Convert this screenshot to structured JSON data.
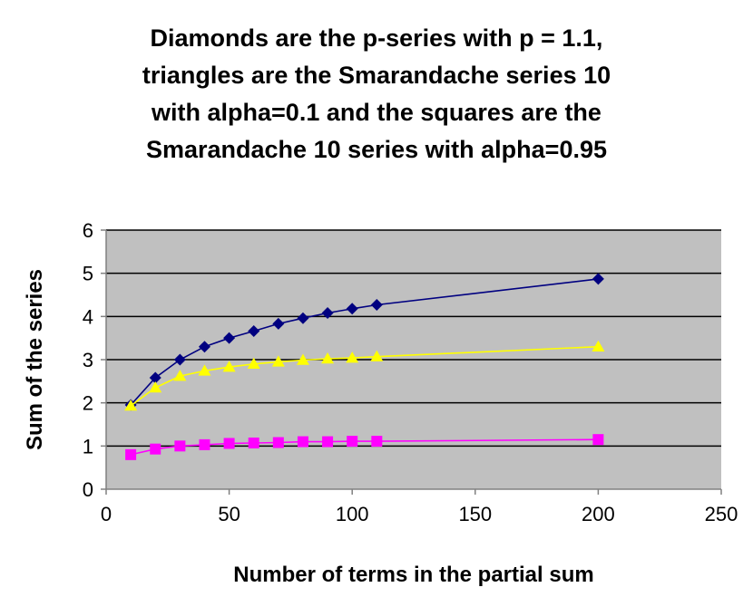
{
  "chart_data": {
    "type": "line",
    "title_lines": [
      "Diamonds are the p-series with p = 1.1,",
      "triangles are the Smarandache series 10",
      "with alpha=0.1 and the squares are the",
      "Smarandache 10 series with alpha=0.95"
    ],
    "xlabel": "Number of terms in the partial sum",
    "ylabel": "Sum of the series",
    "xlim": [
      0,
      250
    ],
    "ylim": [
      0,
      6
    ],
    "xticks": [
      "0",
      "50",
      "100",
      "150",
      "200",
      "250"
    ],
    "yticks": [
      "0",
      "1",
      "2",
      "3",
      "4",
      "5",
      "6"
    ],
    "grid": "horizontal",
    "plot_background": "#c0c0c0",
    "series": [
      {
        "marker": "diamond",
        "color": "#000080",
        "x": [
          10,
          20,
          30,
          40,
          50,
          60,
          70,
          80,
          90,
          100,
          110,
          200
        ],
        "y": [
          1.95,
          2.58,
          3.0,
          3.3,
          3.5,
          3.66,
          3.83,
          3.96,
          4.08,
          4.18,
          4.27,
          4.87
        ]
      },
      {
        "marker": "triangle",
        "color": "#ffff00",
        "x": [
          10,
          20,
          30,
          40,
          50,
          60,
          70,
          80,
          90,
          100,
          110,
          200
        ],
        "y": [
          1.93,
          2.35,
          2.62,
          2.74,
          2.83,
          2.9,
          2.95,
          2.99,
          3.02,
          3.04,
          3.07,
          3.3
        ]
      },
      {
        "marker": "square",
        "color": "#ff00ff",
        "x": [
          10,
          20,
          30,
          40,
          50,
          60,
          70,
          80,
          90,
          100,
          110,
          200
        ],
        "y": [
          0.8,
          0.93,
          1.0,
          1.03,
          1.06,
          1.07,
          1.08,
          1.1,
          1.1,
          1.11,
          1.11,
          1.15
        ]
      }
    ]
  }
}
